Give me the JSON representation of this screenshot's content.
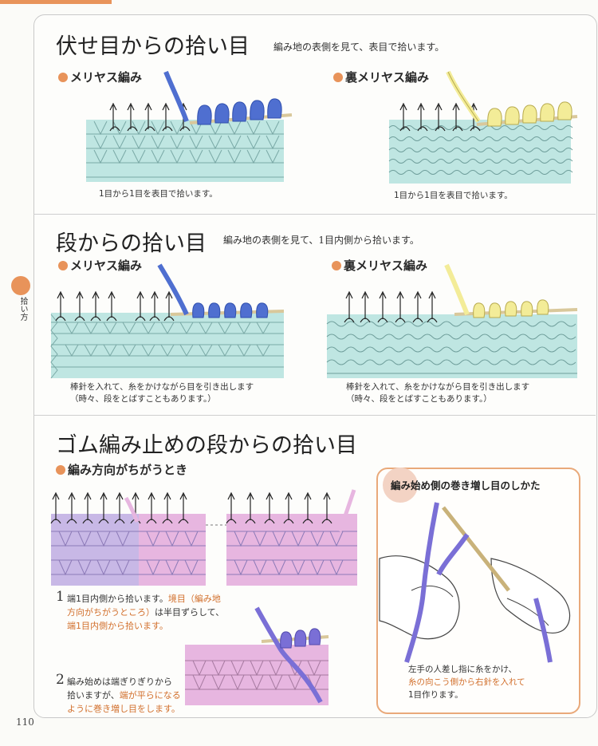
{
  "page_number": "110",
  "side_tab": {
    "label": "拾い方"
  },
  "sections": [
    {
      "title": "伏せ目からの拾い目",
      "note": "編み地の表側を見て、表目で拾います。",
      "left": {
        "label": "メリヤス編み",
        "caption": "1目から1目を表目で拾います。"
      },
      "right": {
        "label": "裏メリヤス編み",
        "caption": "1目から1目を表目で拾います。"
      }
    },
    {
      "title": "段からの拾い目",
      "note": "編み地の表側を見て、1目内側から拾います。",
      "left": {
        "label": "メリヤス編み",
        "caption_line1": "棒針を入れて、糸をかけながら目を引き出します",
        "caption_line2": "（時々、段をとばすこともあります。）"
      },
      "right": {
        "label": "裏メリヤス編み",
        "caption_line1": "棒針を入れて、糸をかけながら目を引き出します",
        "caption_line2": "（時々、段をとばすこともあります。）"
      }
    },
    {
      "title": "ゴム編み止めの段からの拾い目",
      "sub_label": "編み方向がちがうとき",
      "step1": {
        "number": "1",
        "line1_a": "端1目内側から拾います。",
        "line1_b": "境目（編み地",
        "line2": "方向がちがうところ）",
        "line2_b": "は半目ずらして、",
        "line3": "端1目内側から拾います。"
      },
      "step2": {
        "number": "2",
        "line1": "編み始めは端ぎりぎりから",
        "line2_a": "拾いますが、",
        "line2_b": "端が平らになる",
        "line3_a": "ように巻き増し目をします。"
      }
    }
  ],
  "callout": {
    "title": "編み始め側の巻き増し目のしかた",
    "line1": "左手の人差し指に糸をかけ、",
    "line2": "糸の向こう側から右針を入れて",
    "line3": "1目作ります。"
  },
  "colors": {
    "accent": "#e8935a",
    "knit_mint": "#bfe6e2",
    "yarn_blue": "#4f6fd0",
    "yarn_yellow": "#f3ec98",
    "knit_lavender": "#c8b8e6",
    "knit_pink": "#e7b6e0",
    "yarn_purple": "#7a6fd6"
  }
}
